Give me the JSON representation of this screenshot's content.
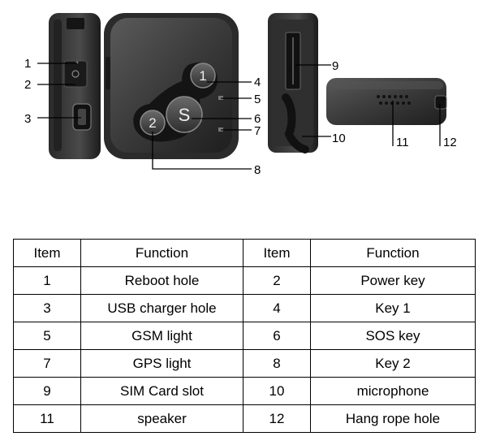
{
  "diagram": {
    "callouts": [
      "1",
      "2",
      "3",
      "4",
      "5",
      "6",
      "7",
      "8",
      "9",
      "10",
      "11",
      "12"
    ],
    "key_labels": {
      "key1": "1",
      "key2": "2",
      "sos": "S"
    }
  },
  "table": {
    "headers": [
      "Item",
      "Function",
      "Item",
      "Function"
    ],
    "rows": [
      [
        "1",
        "Reboot hole",
        "2",
        "Power key"
      ],
      [
        "3",
        "USB charger hole",
        "4",
        "Key 1"
      ],
      [
        "5",
        "GSM light",
        "6",
        "SOS key"
      ],
      [
        "7",
        "GPS light",
        "8",
        "Key 2"
      ],
      [
        "9",
        "SIM Card slot",
        "10",
        "microphone"
      ],
      [
        "11",
        "speaker",
        "12",
        "Hang rope hole"
      ]
    ]
  }
}
